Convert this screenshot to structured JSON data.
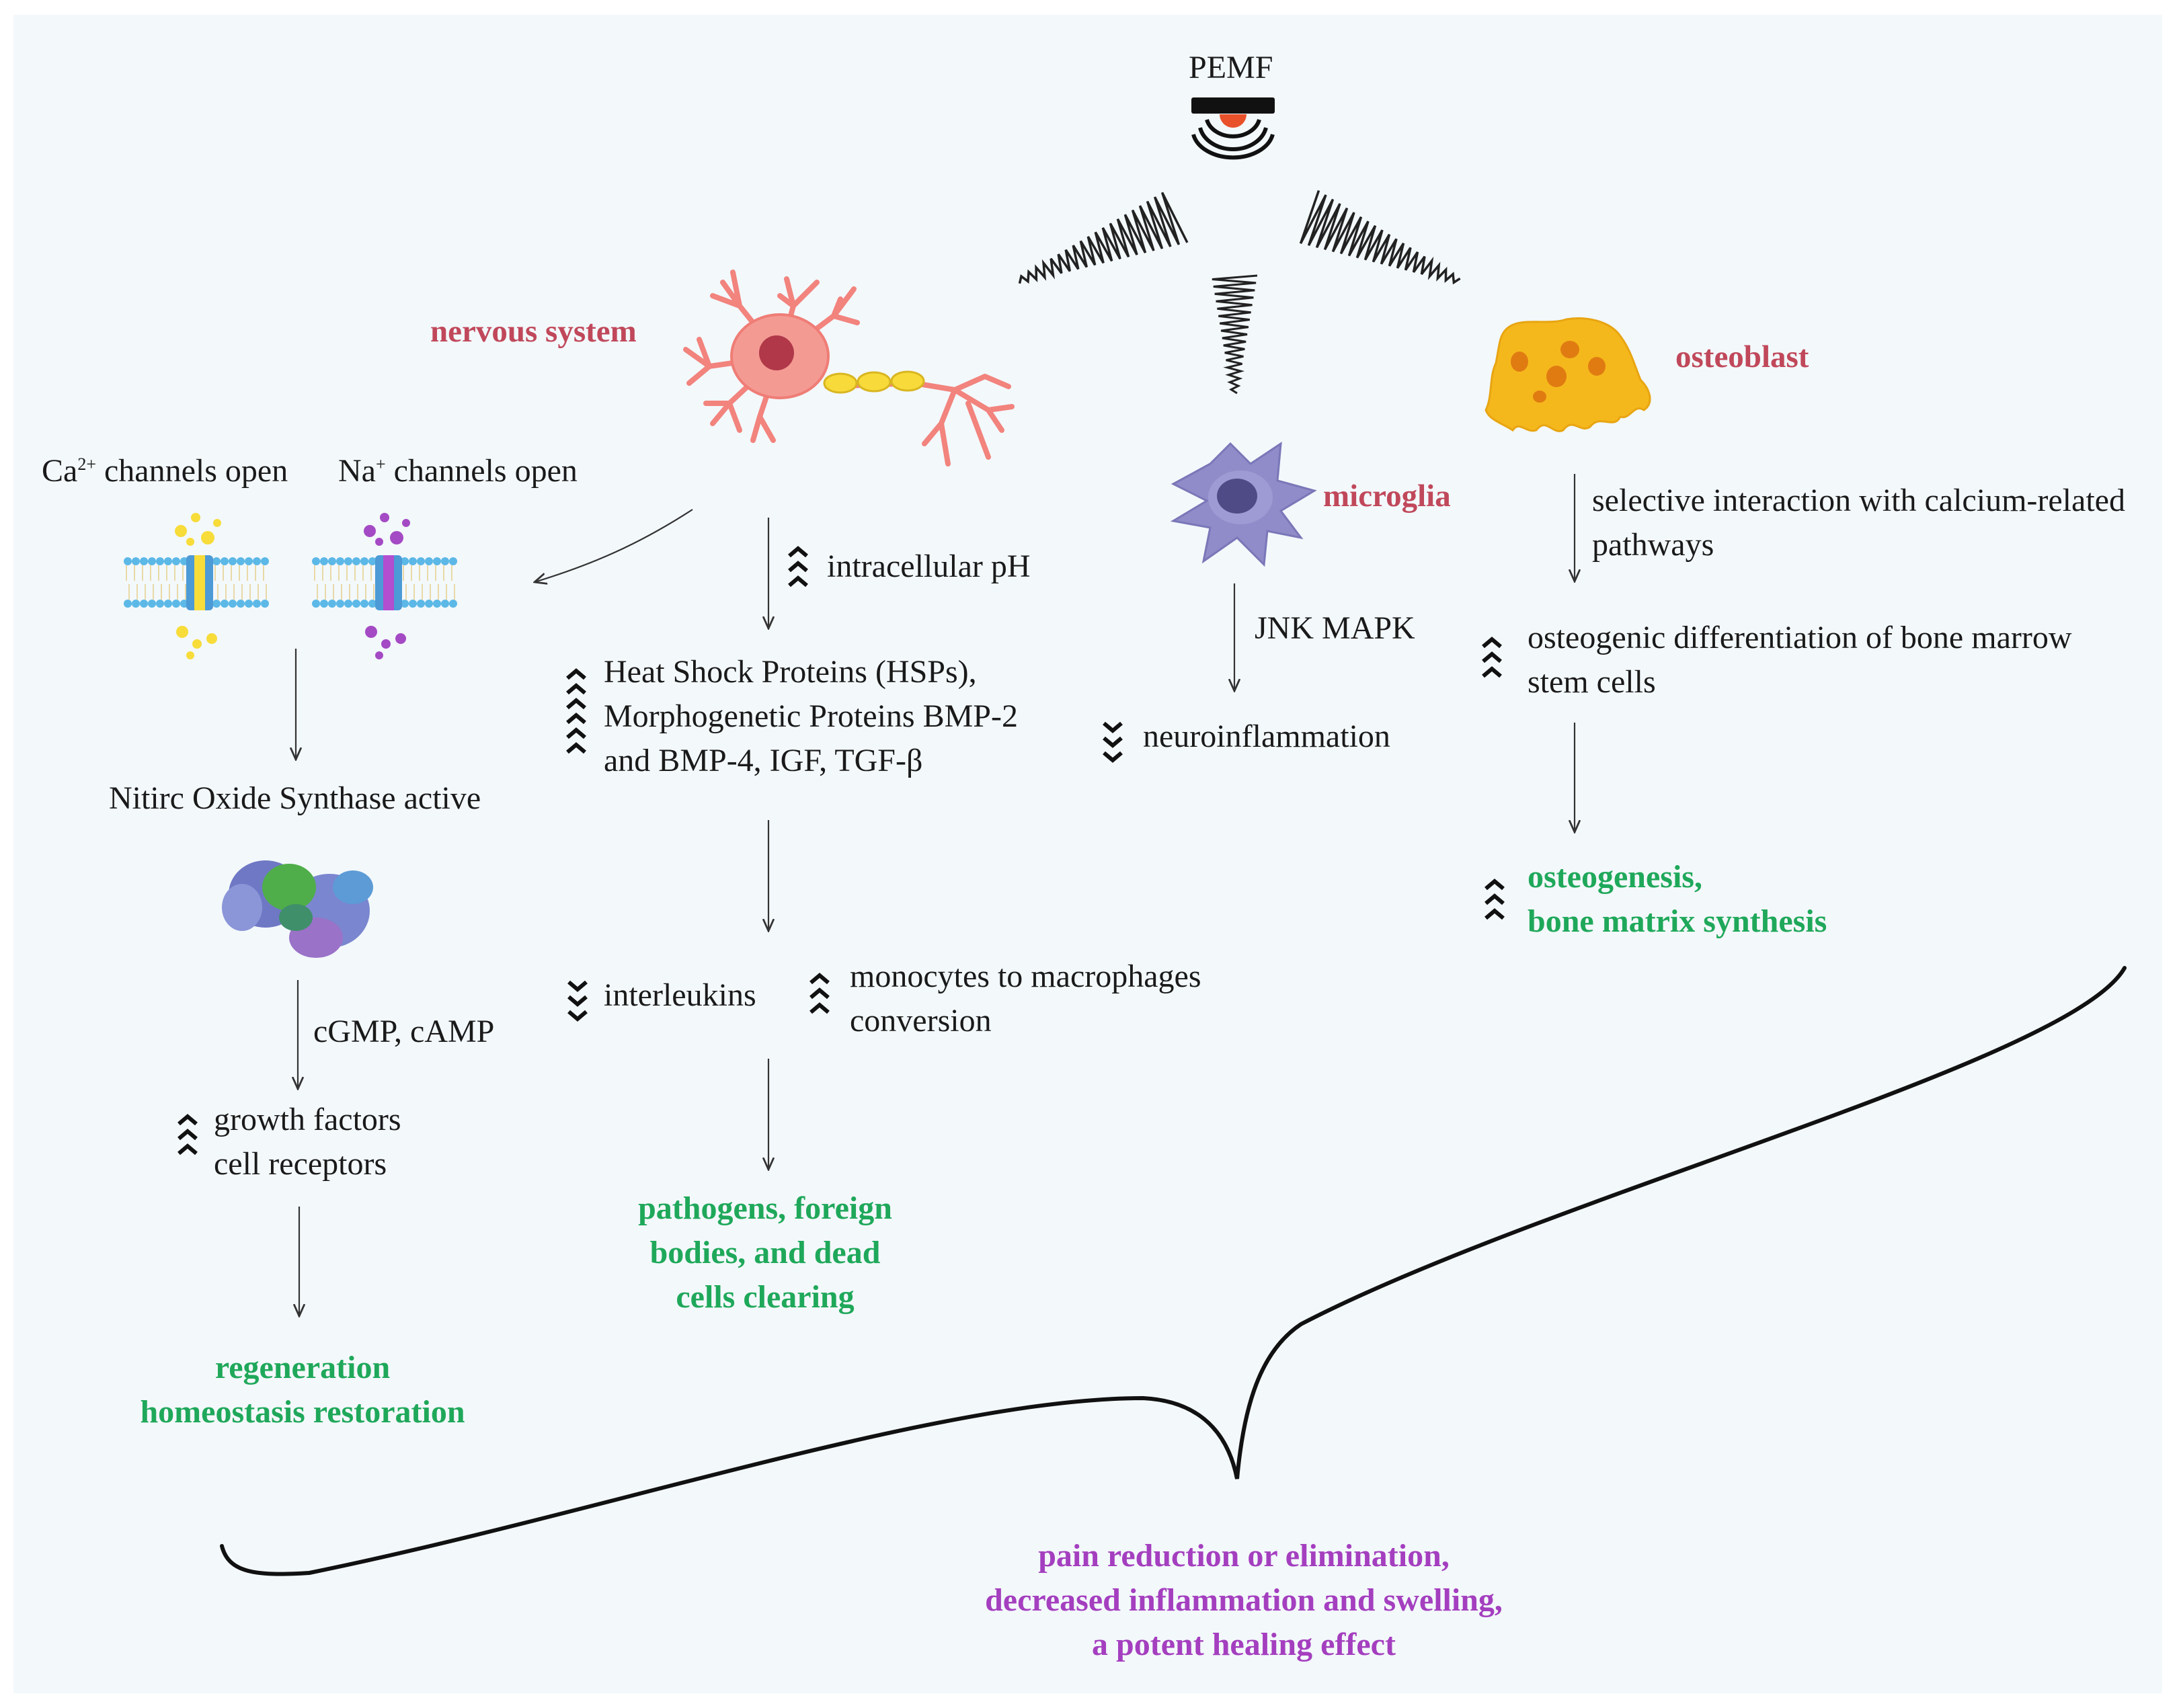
{
  "pemf_label": "PEMF",
  "cells": {
    "nervous": "nervous system",
    "microglia": "microglia",
    "osteoblast": "osteoblast"
  },
  "nervous_branch": {
    "ca_channels": {
      "ion": "Ca",
      "charge": "2+",
      "text": " channels open"
    },
    "na_channels": {
      "ion": "Na",
      "charge": "+",
      "text": " channels open"
    },
    "nos": "Nitirc Oxide Synthase active",
    "cgmp": "cGMP, cAMP",
    "growth": [
      "growth factors",
      "cell receptors"
    ],
    "outcome": [
      "regeneration",
      "homeostasis restoration"
    ]
  },
  "central_branch": {
    "ph": "intracellular pH",
    "proteins": [
      "Heat Shock Proteins (HSPs),",
      "Morphogenetic Proteins BMP-2",
      "and BMP-4, IGF, TGF-β"
    ],
    "interleukins": "interleukins",
    "monocytes": [
      "monocytes to macrophages",
      "conversion"
    ],
    "outcome": [
      "pathogens, foreign",
      "bodies, and dead",
      "cells clearing"
    ]
  },
  "microglia_branch": {
    "pathway": "JNK MAPK",
    "effect": "neuroinflammation"
  },
  "osteoblast_branch": {
    "interaction": [
      "selective interaction with calcium-related",
      "pathways"
    ],
    "differentiation": [
      "osteogenic differentiation of bone marrow",
      "stem cells"
    ],
    "outcome": [
      "osteogenesis,",
      "bone matrix synthesis"
    ]
  },
  "overall_outcome": [
    "pain reduction or elimination,",
    "decreased inflammation and swelling,",
    "a potent healing effect"
  ],
  "colors": {
    "background": "#f3f8fb",
    "cell_label": "#c0485a",
    "outcome_green": "#1fa85a",
    "outcome_purple": "#a43fbf",
    "neuron": "#f2837d",
    "microglia": "#8f8cc9",
    "osteoblast": "#f5b81c",
    "calcium_ion": "#f7dc3a",
    "sodium_ion": "#a44ac4"
  },
  "icons": [
    "pemf-device-icon",
    "neuron-icon",
    "microglia-icon",
    "osteoblast-icon",
    "membrane-channel-icon",
    "nos-protein-icon",
    "increase-chevron-icon",
    "decrease-chevron-icon",
    "curly-brace"
  ]
}
